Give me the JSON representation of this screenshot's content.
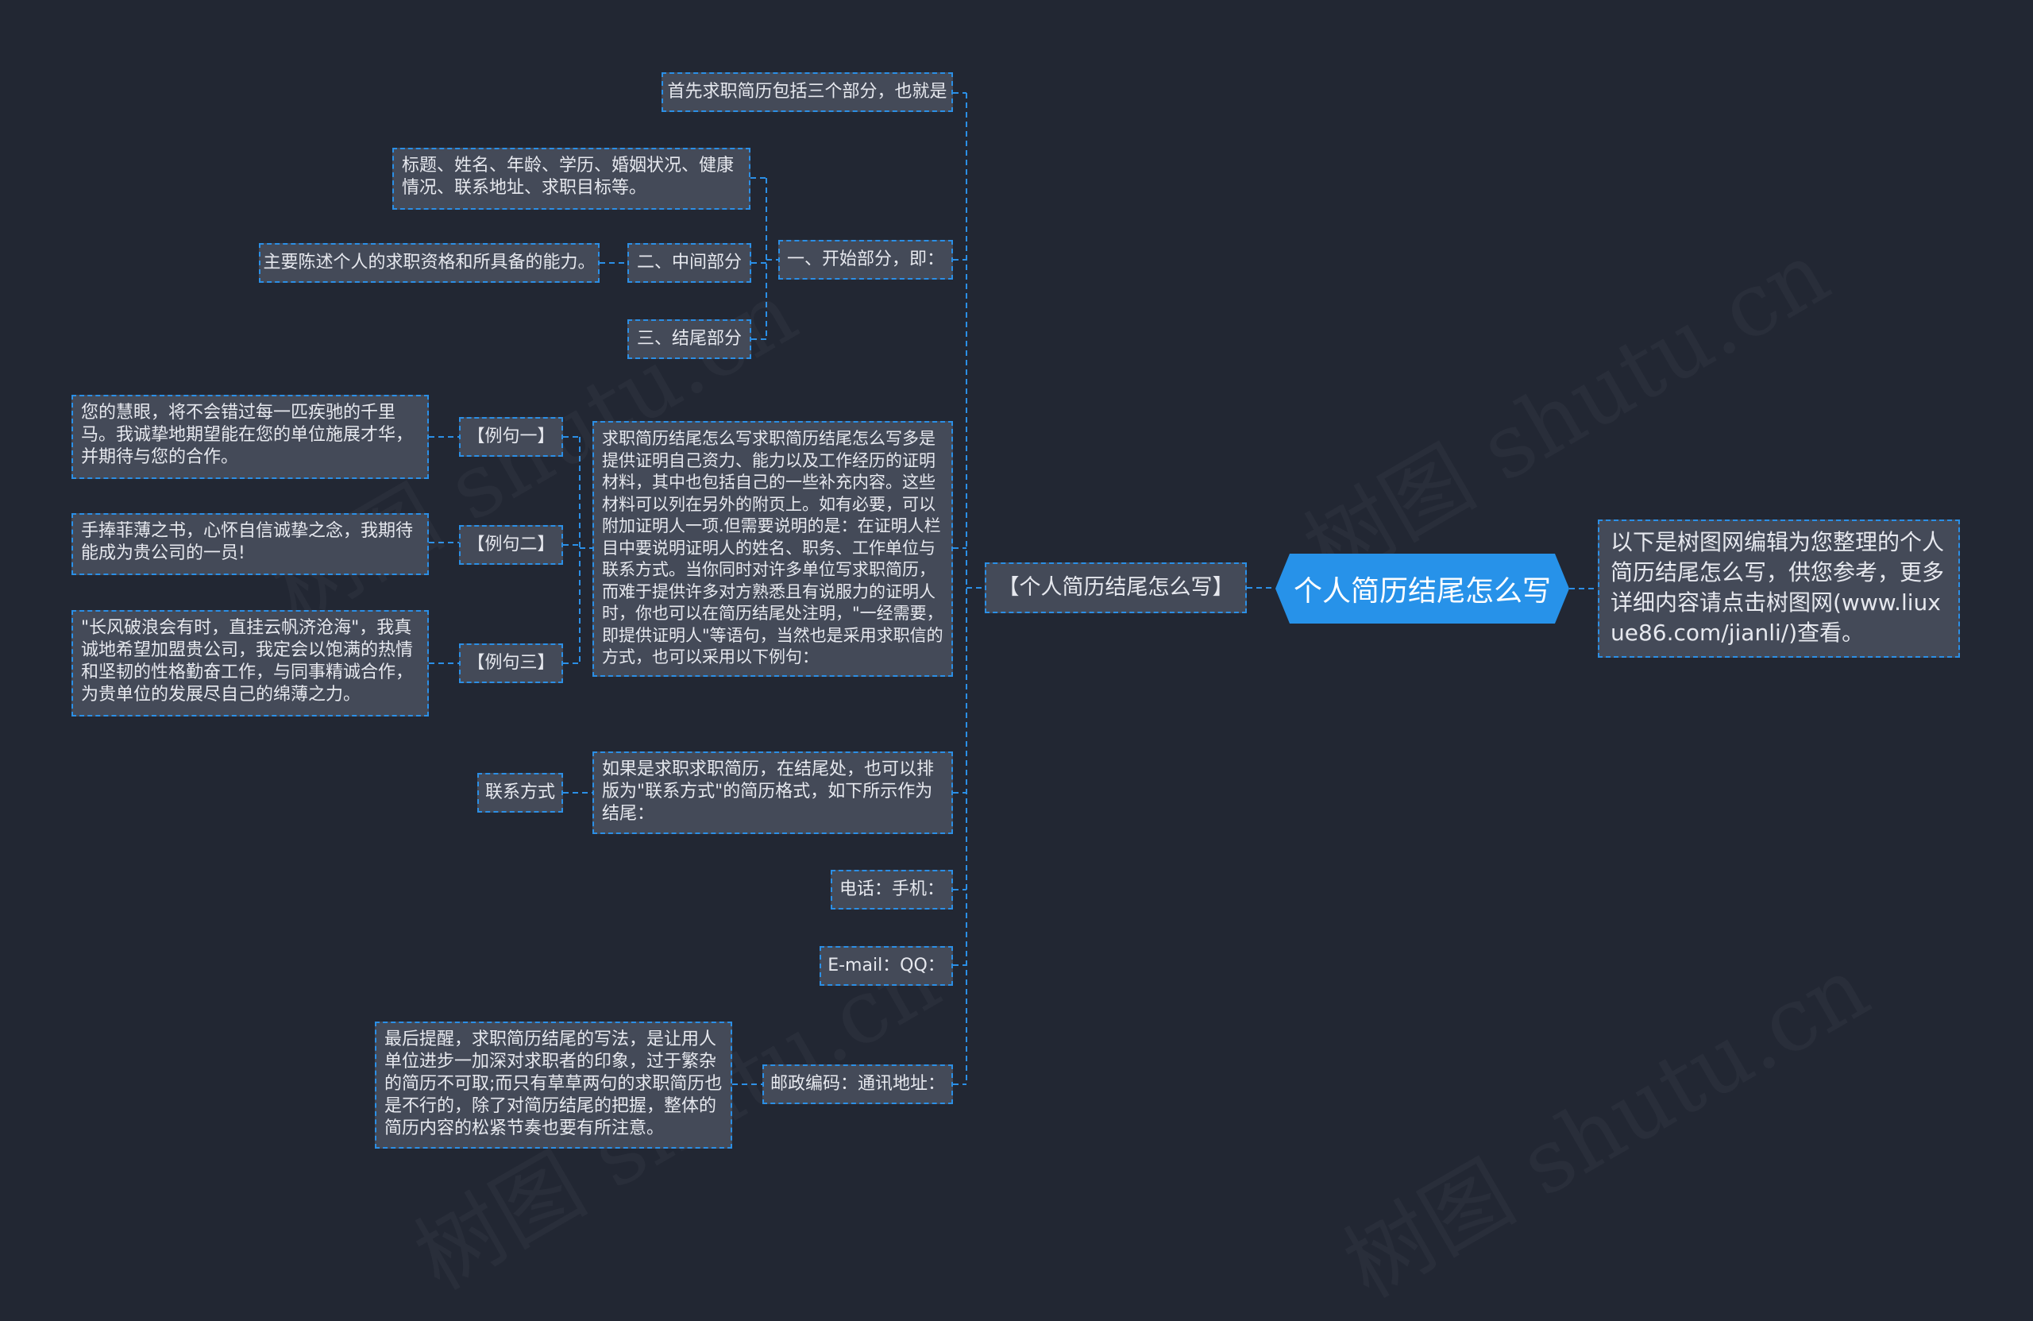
{
  "root": {
    "title": "个人简历结尾怎么写"
  },
  "summary": {
    "text": "以下是树图网编辑为您整理的个人简历结尾怎么写，供您参考，更多详细内容请点击树图网(www.liuxue86.com/jianli/)查看。"
  },
  "branch": {
    "label": "【个人简历结尾怎么写】"
  },
  "nodes": {
    "intro": "首先求职简历包括三个部分，也就是",
    "part1": "一、开始部分，即：",
    "part1_detail": "标题、姓名、年龄、学历、婚姻状况、健康情况、联系地址、求职目标等。",
    "part2": "二、中间部分",
    "part2_detail": "主要陈述个人的求职资格和所具备的能力。",
    "part3": "三、结尾部分",
    "ending_body": "求职简历结尾怎么写求职简历结尾怎么写多是提供证明自己资力、能力以及工作经历的证明材料，其中也包括自己的一些补充内容。这些材料可以列在另外的附页上。如有必要，可以附加证明人一项.但需要说明的是：在证明人栏目中要说明证明人的姓名、职务、工作单位与联系方式。当你同时对许多单位写求职简历，而难于提供许多对方熟悉且有说服力的证明人时，你也可以在简历结尾处注明，\"一经需要，即提供证明人\"等语句，当然也是采用求职信的方式，也可以采用以下例句：",
    "example1": "【例句一】",
    "example1_text": "您的慧眼，将不会错过每一匹疾驰的千里马。我诚挚地期望能在您的单位施展才华，并期待与您的合作。",
    "example2": "【例句二】",
    "example2_text": "手捧菲薄之书，心怀自信诚挚之念，我期待能成为贵公司的一员!",
    "example3": "【例句三】",
    "example3_text": "\"长风破浪会有时，直挂云帆济沧海\"，我真诚地希望加盟贵公司，我定会以饱满的热情和坚韧的性格勤奋工作，与同事精诚合作，为贵单位的发展尽自己的绵薄之力。",
    "contact_body": "如果是求职求职简历，在结尾处，也可以排版为\"联系方式\"的简历格式，如下所示作为结尾：",
    "contact": "联系方式",
    "phone": "电话：手机：",
    "email": "E-mail：QQ：",
    "postal": "邮政编码：通讯地址：",
    "final_note": "最后提醒，求职简历结尾的写法，是让用人单位进步一加深对求职者的印象，过于繁杂的简历不可取;而只有草草两句的求职简历也是不行的，除了对简历结尾的把握，整体的简历内容的松紧节奏也要有所注意。"
  },
  "colors": {
    "background": "#222733",
    "node_fill": "#444a58",
    "accent": "#2792e9",
    "link": "#2b8fe6"
  }
}
